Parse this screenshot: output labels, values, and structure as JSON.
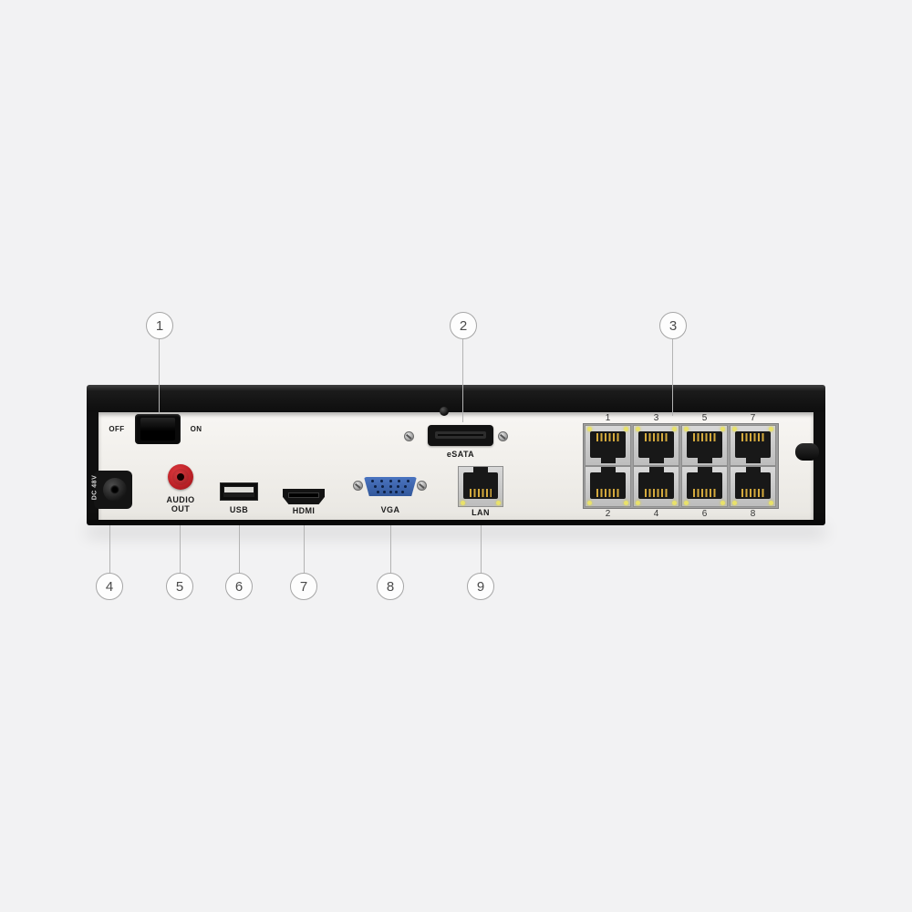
{
  "callouts": [
    "1",
    "2",
    "3",
    "4",
    "5",
    "6",
    "7",
    "8",
    "9"
  ],
  "labels": {
    "power_off": "OFF",
    "power_on": "ON",
    "dc": "DC 48V",
    "audio_line1": "AUDIO",
    "audio_line2": "OUT",
    "usb": "USB",
    "hdmi": "HDMI",
    "vga": "VGA",
    "esata": "eSATA",
    "lan": "LAN"
  },
  "poe": {
    "top_numbers": [
      "1",
      "3",
      "5",
      "7"
    ],
    "bottom_numbers": [
      "2",
      "4",
      "6",
      "8"
    ]
  },
  "colors": {
    "background": "#f2f2f3",
    "chassis_black": "#0f0f0f",
    "faceplate": "#f2f0ec",
    "audio_red": "#c8252c",
    "vga_blue": "#3b62a9",
    "led_yellow": "#e9e26a",
    "callout_border": "#a6a6a6",
    "callout_text": "#4a4a4a"
  }
}
